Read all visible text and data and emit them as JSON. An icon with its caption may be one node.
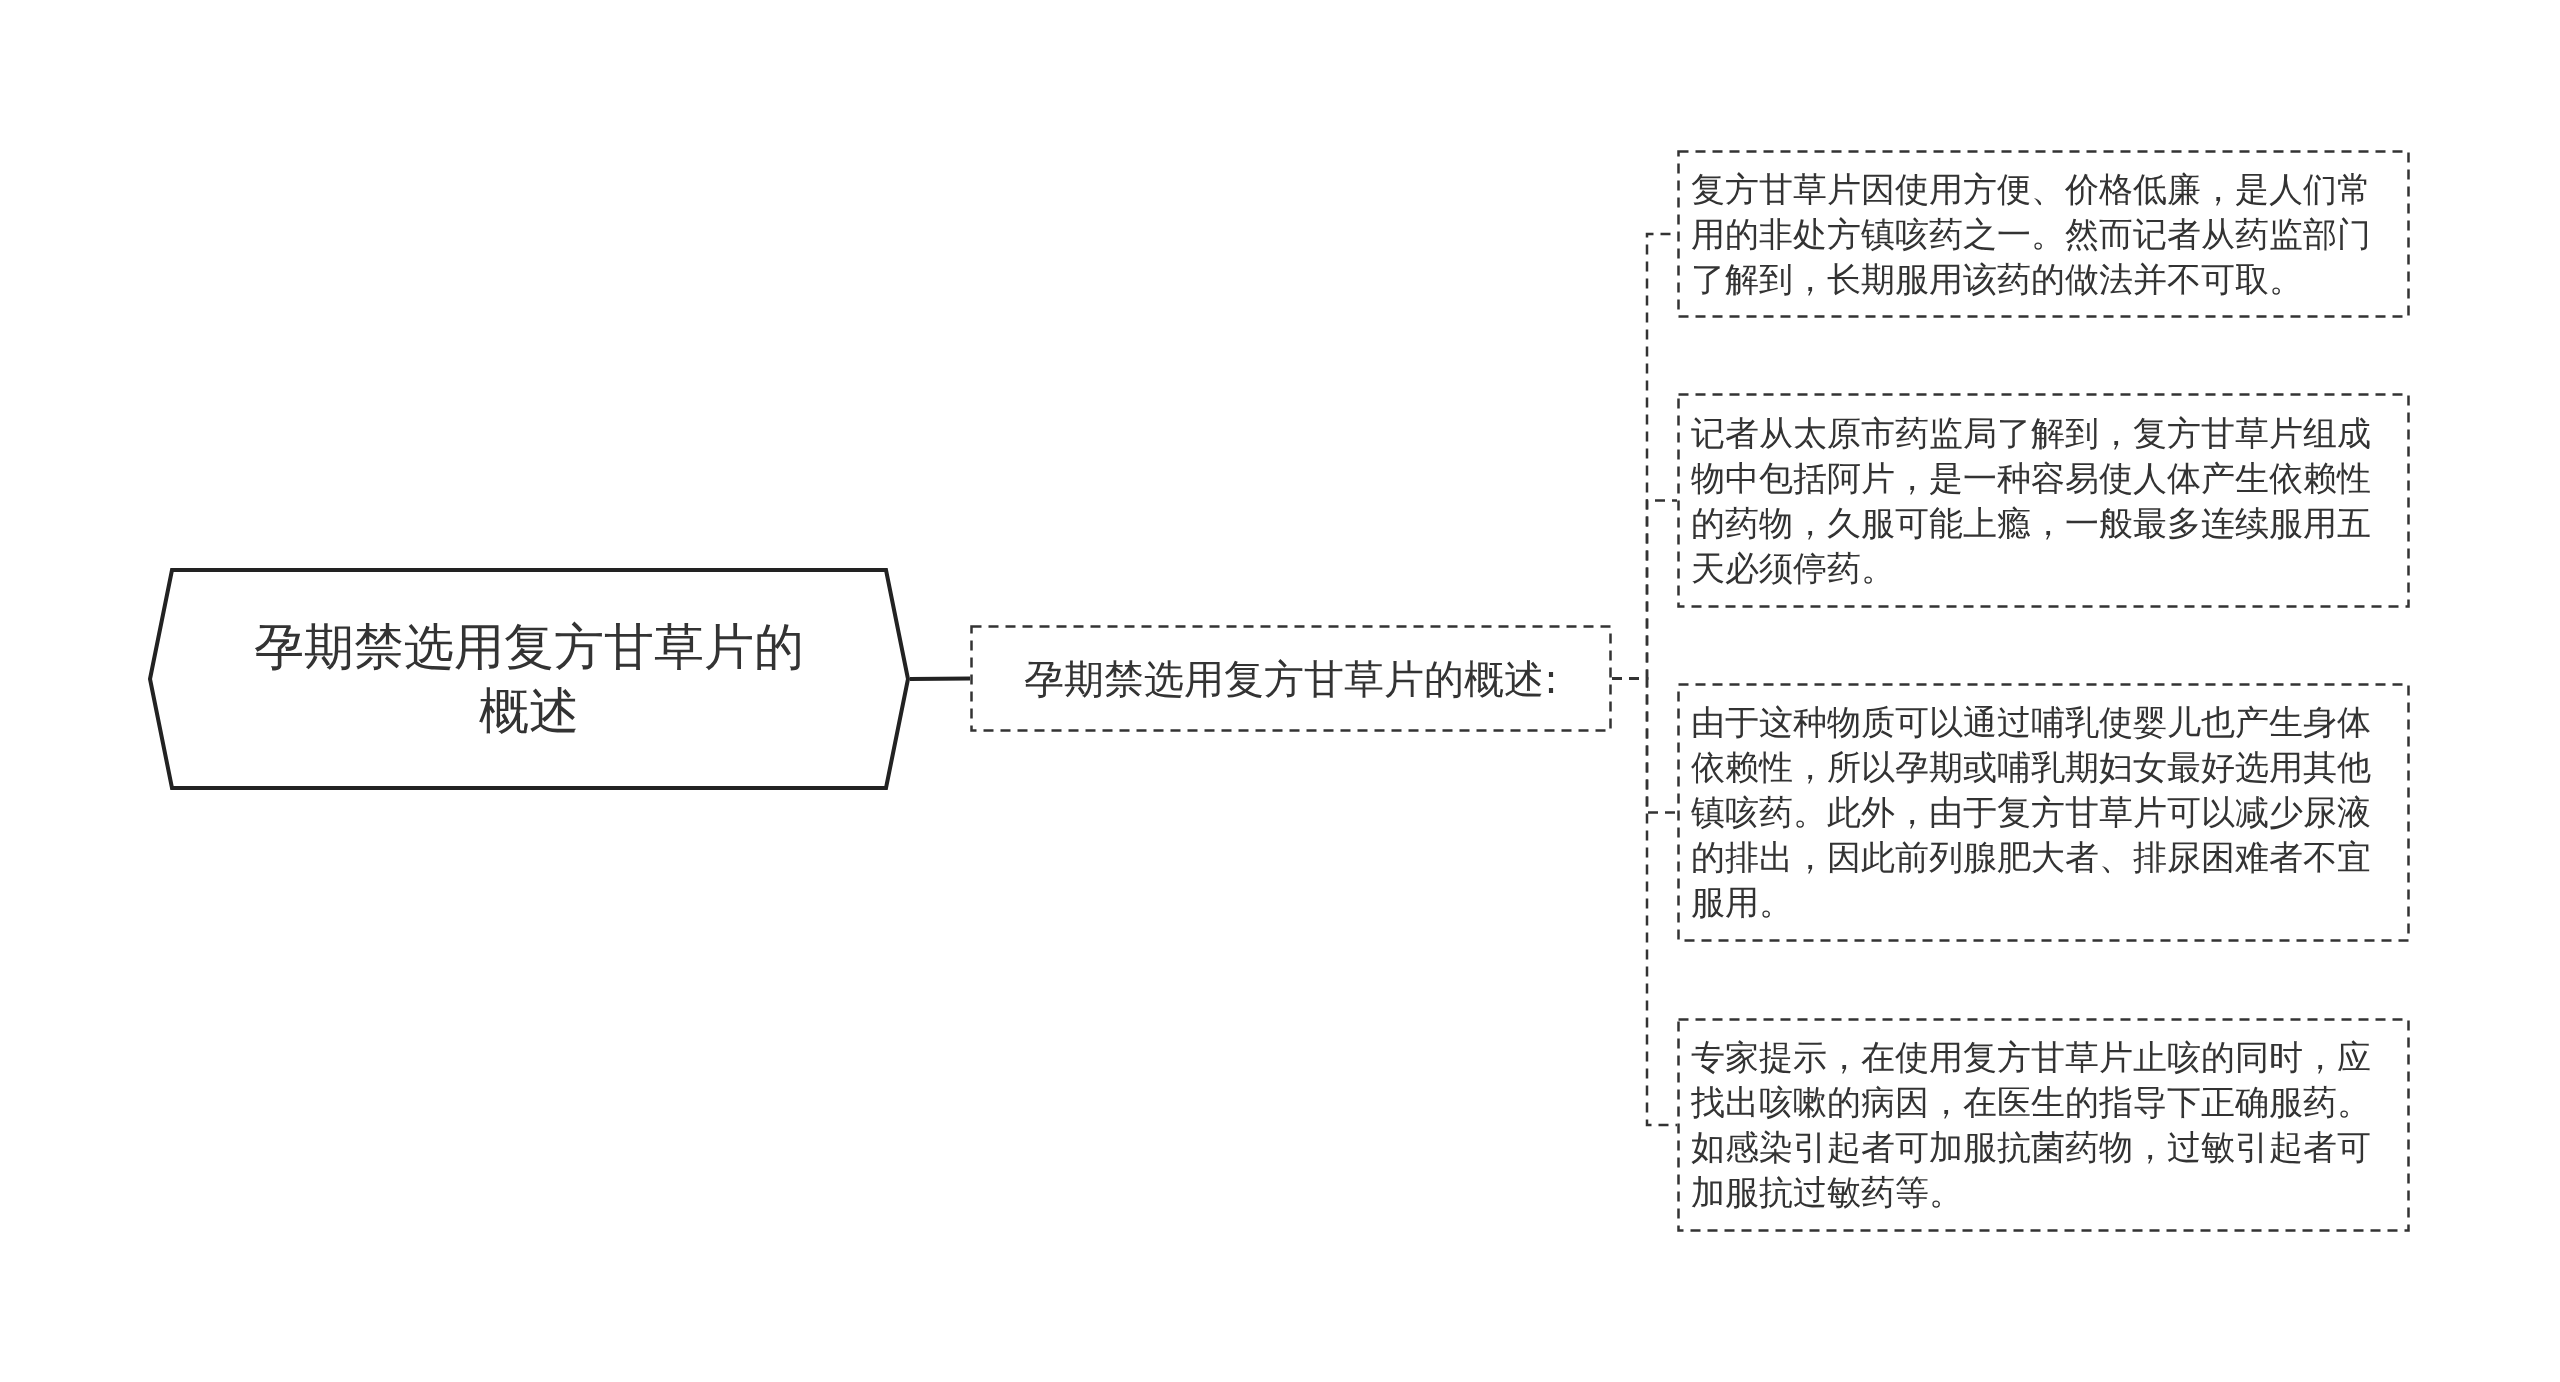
{
  "diagram": {
    "nodes": [
      {
        "text": [
          "孕期禁选用复方甘草片的概述"
        ]
      },
      {
        "text": [
          "孕期禁选用复方甘草片的概述:"
        ]
      },
      {
        "text": [
          "复方甘草片因使用方便、价格低廉，是人们常用的非处方镇咳药之一。然而记者从药监部门了解到，长期服用该药的做法并不可取。"
        ]
      },
      {
        "text": [
          "记者从太原市药监局了解到，复方甘草片组成物中包括阿片，是一种容易使人体产生依赖性的药物，久服可能上瘾，一般最多连续服用五天必须停药。"
        ]
      },
      {
        "text": [
          "由于这种物质可以通过哺乳使婴儿也产生身体依赖性，所以孕期或哺乳期妇女最好选用其他镇咳药。此外，由于复方甘草片可以减少尿液的排出，因此前列腺肥大者、排尿困难者不宜服用。"
        ]
      },
      {
        "text": [
          "专家提示，在使用复方甘草片止咳的同时，应找出咳嗽的病因，在医生的指导下正确服药。如感染引起者可加服抗菌药物，过敏引起者可加服抗过敏药等。"
        ]
      }
    ],
    "edges": [
      {
        "from": 0,
        "to": 1,
        "arrow": "none"
      },
      {
        "from": 1,
        "to": 2,
        "arrow": "none",
        "style": "dashed"
      },
      {
        "from": 1,
        "to": 3,
        "arrow": "none",
        "style": "dashed"
      },
      {
        "from": 1,
        "to": 4,
        "arrow": "none",
        "style": "dashed"
      },
      {
        "from": 1,
        "to": 5,
        "arrow": "none",
        "style": "dashed"
      }
    ]
  }
}
